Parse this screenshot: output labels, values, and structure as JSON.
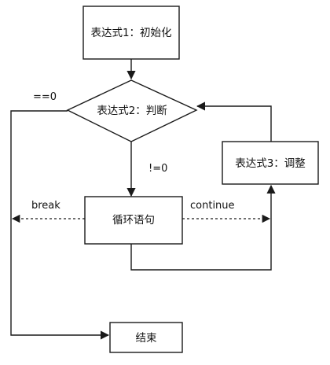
{
  "nodes": {
    "init": "表达式1：初始化",
    "cond": "表达式2：判断",
    "update": "表达式3：调整",
    "body": "循环语句",
    "end": "结束"
  },
  "edges": {
    "eq_zero": "==0",
    "ne_zero": "!=0",
    "break": "break",
    "continue": "continue"
  }
}
